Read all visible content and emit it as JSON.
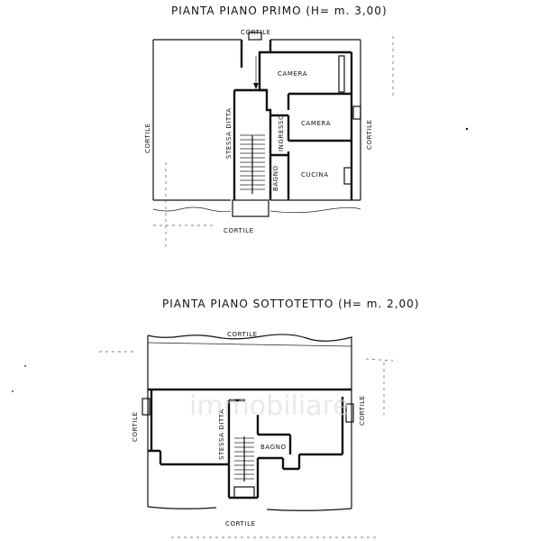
{
  "titles": {
    "first_floor": "PIANTA  PIANO  PRIMO (H= m. 3,00)",
    "attic": "PIANTA  PIANO  SOTTOTETTO (H= m. 2,00)"
  },
  "first_floor": {
    "labels": {
      "courtyard_top": "CORTILE",
      "courtyard_bottom": "CORTILE",
      "courtyard_left": "CORTILE",
      "courtyard_right": "CORTILE",
      "room_camera_1": "CAMERA",
      "room_camera_2": "CAMERA",
      "room_cucina": "CUCINA",
      "room_bagno": "BAGNO",
      "room_ingresso": "INGRESSO",
      "stair": "STESSA DITTA"
    }
  },
  "attic": {
    "labels": {
      "courtyard_top": "CORTILE",
      "courtyard_bottom": "CORTILE",
      "courtyard_left": "CORTILE",
      "courtyard_right": "CORTILE",
      "room_bagno": "BAGNO",
      "stair": "STESSA DITTA"
    }
  },
  "watermark": "immobiliare"
}
